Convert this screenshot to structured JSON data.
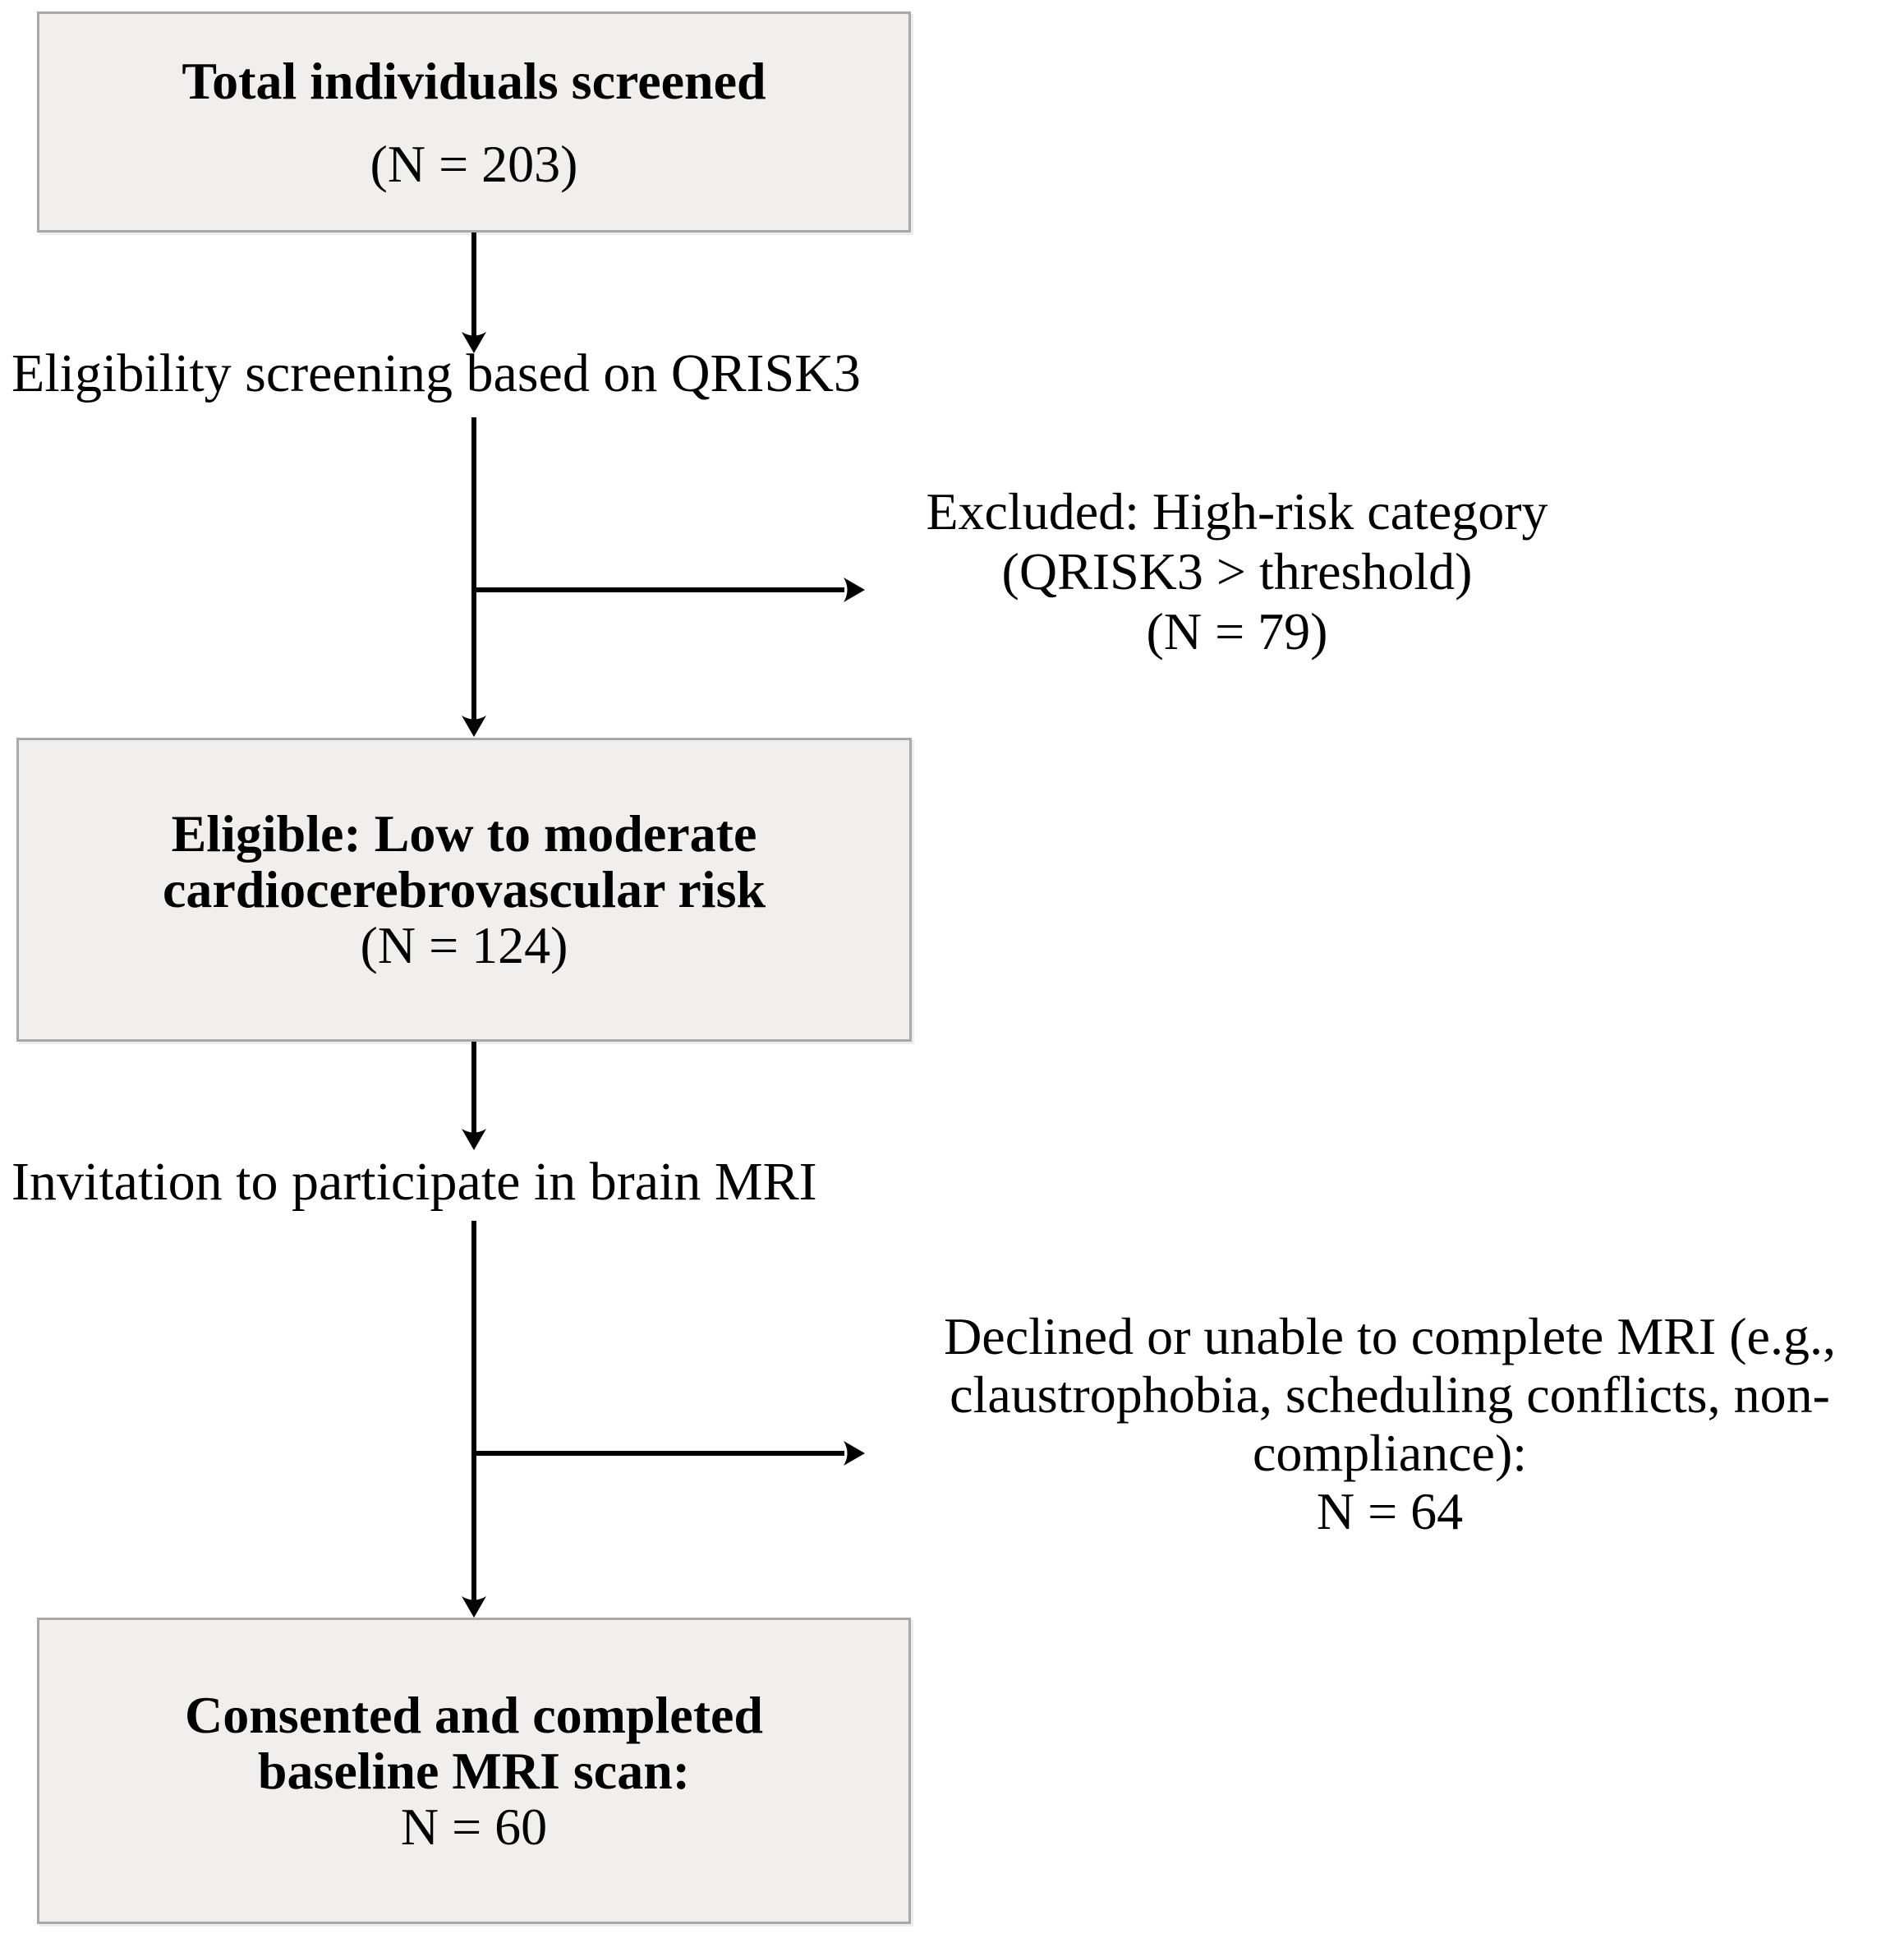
{
  "colors": {
    "box_fill": "#f0efee",
    "box_border": "#a9a9a9",
    "arrow": "#000000",
    "text": "#000000"
  },
  "flow": {
    "box_total": {
      "title": "Total individuals screened",
      "n": "(N = 203)"
    },
    "label_eligibility": "Eligibility screening based on QRISK3",
    "excluded": {
      "line1": "Excluded: High-risk category",
      "line2": "(QRISK3 > threshold)",
      "line3": "(N = 79)"
    },
    "box_eligible": {
      "title_line1": "Eligible: Low to moderate",
      "title_line2": "cardiocerebrovascular risk",
      "n": "(N = 124)"
    },
    "label_invitation": "Invitation to participate in brain MRI",
    "declined": {
      "line1": "Declined or unable to complete MRI (e.g.,",
      "line2": "claustrophobia, scheduling conflicts, non-",
      "line3": "compliance):",
      "line4": "N = 64"
    },
    "box_consented": {
      "title_line1": "Consented and completed",
      "title_line2": "baseline MRI scan:",
      "n": "N = 60"
    }
  }
}
